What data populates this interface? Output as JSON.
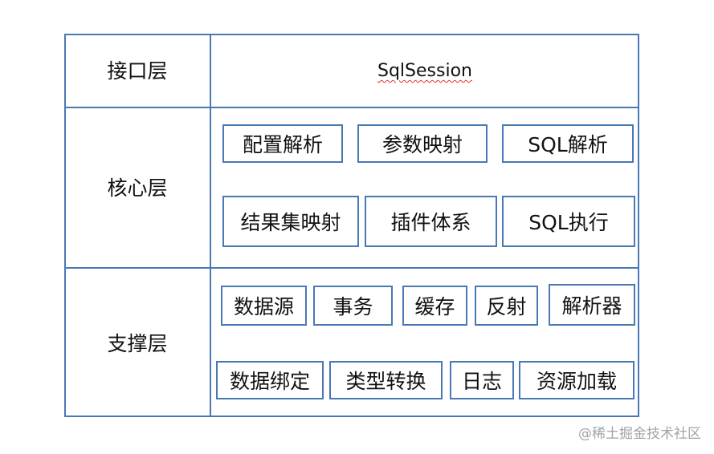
{
  "layers": {
    "interface": {
      "label": "接口层",
      "content": "SqlSession"
    },
    "core": {
      "label": "核心层",
      "row1": [
        "配置解析",
        "参数映射",
        "SQL解析"
      ],
      "row2": [
        "结果集映射",
        "插件体系",
        "SQL执行"
      ]
    },
    "support": {
      "label": "支撑层",
      "row1": [
        "数据源",
        "事务",
        "缓存",
        "反射",
        "解析器"
      ],
      "row2": [
        "数据绑定",
        "类型转换",
        "日志",
        "资源加载"
      ]
    }
  },
  "watermark": "@稀土掘金技术社区",
  "colors": {
    "border": "#4a78b5",
    "text": "#111111",
    "spellcheck_underline": "#e03030",
    "watermark": "#a0a4aa"
  }
}
